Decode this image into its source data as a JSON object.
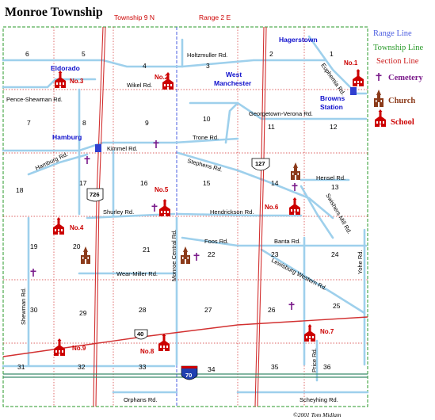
{
  "title": "Monroe Township",
  "header": {
    "township": "Township 9 N",
    "range": "Range 2 E"
  },
  "legend": {
    "range_line": "Range Line",
    "township_line": "Township Line",
    "section_line": "Section Line",
    "cemetery": "Cemetery",
    "church": "Church",
    "school": "School",
    "colors": {
      "range_line": "#4a5ce0",
      "township_line": "#2a9a2a",
      "section_line": "#cc2020",
      "cemetery": "#7a1a8a",
      "church": "#8b3a1a",
      "school": "#cc0000"
    }
  },
  "sections": [
    "1",
    "2",
    "3",
    "4",
    "5",
    "6",
    "7",
    "8",
    "9",
    "10",
    "11",
    "12",
    "13",
    "14",
    "15",
    "16",
    "17",
    "18",
    "19",
    "20",
    "21",
    "22",
    "23",
    "24",
    "25",
    "26",
    "27",
    "28",
    "29",
    "30",
    "31",
    "32",
    "33",
    "34",
    "35",
    "36"
  ],
  "towns": {
    "hagerstown": "Hagerstown",
    "eldorado": "Eldorado",
    "west_manchester_1": "West",
    "west_manchester_2": "Manchester",
    "browns_station_1": "Browns",
    "browns_station_2": "Station",
    "hamburg": "Hamburg"
  },
  "roads": {
    "holtzmuller": "Holtzmuller Rd.",
    "wikel": "Wikel Rd.",
    "euphemia": "Euphemia Rd.",
    "pence_shewman": "Pence-Shewman Rd.",
    "georgetown_verona": "Georgetown-Verona Rd.",
    "trone": "Trone Rd.",
    "kimmel": "Kimmel Rd.",
    "hamburg": "Hamburg Rd.",
    "stephens": "Stephens Rd.",
    "hensel": "Hensel Rd.",
    "swishers_mill": "Swishers Mill Rd.",
    "shurley": "Shurley Rd.",
    "hendrickson": "Hendrickson Rd.",
    "foos": "Foos Rd.",
    "banta": "Banta Rd.",
    "monroe_central": "Monroe Central Rd.",
    "yohe": "Yohe Rd.",
    "lewisburg_western": "Lewisburg Western Rd.",
    "wear_miller": "Wear-Miller Rd.",
    "shewman": "Shewman Rd.",
    "price": "Price Rd.",
    "orphans": "Orphans Rd.",
    "scheyhing": "Scheyhing Rd."
  },
  "highways": {
    "us127": "127",
    "sr726": "726",
    "us40": "40",
    "i70": "70"
  },
  "schools": [
    "No.1",
    "No.2",
    "No.3",
    "No.4",
    "No.5",
    "No.6",
    "No.7",
    "No.8",
    "No.9"
  ],
  "credit": "©2001 Tom Midlam"
}
